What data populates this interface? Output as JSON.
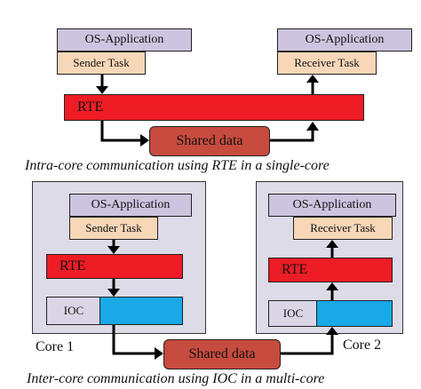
{
  "single_core": {
    "sender_app": "OS-Application",
    "sender_task": "Sender Task",
    "receiver_app": "OS-Application",
    "receiver_task": "Receiver Task",
    "rte": "RTE",
    "shared_data": "Shared data",
    "caption": "Intra-core communication using RTE in a single-core"
  },
  "multi_core": {
    "core1": {
      "label": "Core 1",
      "app": "OS-Application",
      "task": "Sender Task",
      "rte": "RTE",
      "ioc": "IOC"
    },
    "core2": {
      "label": "Core 2",
      "app": "OS-Application",
      "task": "Receiver Task",
      "rte": "RTE",
      "ioc": "IOC"
    },
    "shared_data": "Shared data",
    "caption": "Inter-core communication using IOC in a multi-core"
  },
  "colors": {
    "os_app": "#cdc4df",
    "task": "#f7d7b8",
    "rte": "#ee1c24",
    "shared_data": "#c74b3e",
    "ioc_fill": "#18a9e6",
    "core_bg": "#dedbe8"
  }
}
